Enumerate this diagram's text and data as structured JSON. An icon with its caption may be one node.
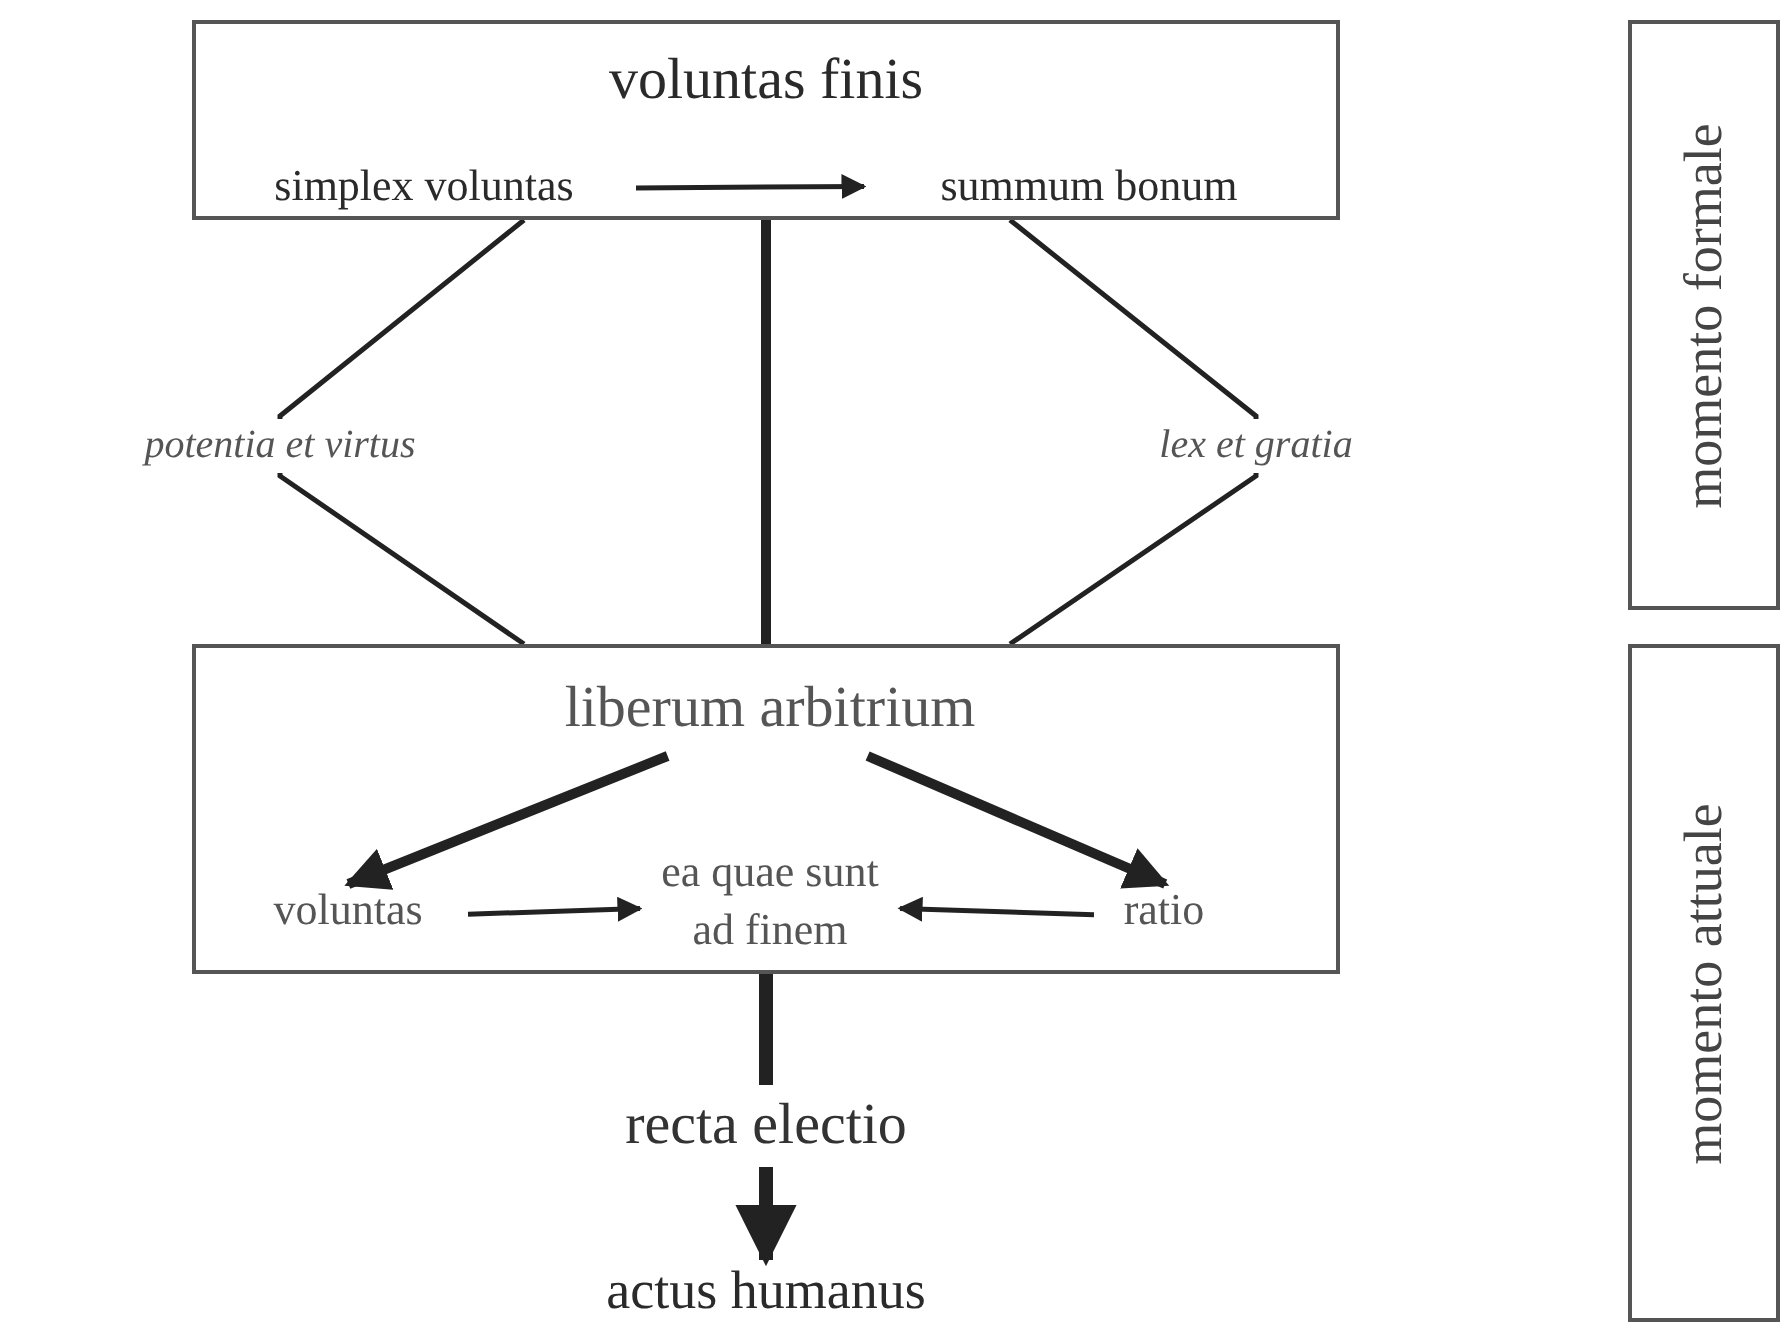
{
  "diagram": {
    "nodes": [
      {
        "text": [
          "voluntas finis"
        ]
      },
      {
        "text": [
          "simplex voluntas"
        ],
        "in": 0
      },
      {
        "text": [
          "summum bonum"
        ],
        "in": 0
      },
      {
        "text": [],
        "shape": "box"
      },
      {
        "text": [
          "liberum arbitrium"
        ],
        "in": 3
      },
      {
        "text": [
          "voluntas"
        ],
        "in": 3
      },
      {
        "text": [
          "ea quae sunt ad finem"
        ],
        "in": 3
      },
      {
        "text": [
          "ratio"
        ],
        "in": 3
      },
      {
        "text": [
          "actus humanus"
        ]
      },
      {
        "text": [
          "momento formale"
        ]
      },
      {
        "text": [
          "momento attuale"
        ]
      }
    ],
    "edges": [
      {
        "from": 1,
        "to": 2,
        "arrow": "to"
      },
      {
        "from": 0,
        "to": 3,
        "arrow": "none",
        "label": "potentia et virtus"
      },
      {
        "from": 0,
        "to": 3,
        "arrow": "none",
        "style": "thick"
      },
      {
        "from": 0,
        "to": 3,
        "arrow": "none",
        "label": "lex et gratia"
      },
      {
        "from": 4,
        "to": 5,
        "arrow": "to",
        "style": "thick"
      },
      {
        "from": 4,
        "to": 7,
        "arrow": "to",
        "style": "thick"
      },
      {
        "from": 5,
        "to": 6,
        "arrow": "to"
      },
      {
        "from": 7,
        "to": 6,
        "arrow": "to"
      },
      {
        "from": 3,
        "to": 8,
        "arrow": "to",
        "style": "thick",
        "label": "recta electio"
      }
    ]
  }
}
